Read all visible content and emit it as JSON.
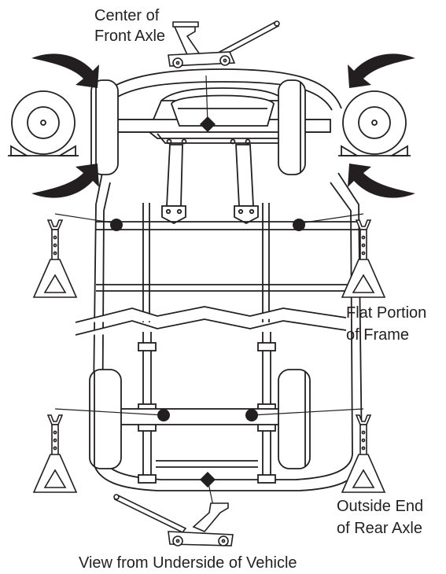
{
  "labels": {
    "front_axle_line1": "Center of",
    "front_axle_line2": "Front Axle",
    "frame_line1": "Flat Portion",
    "frame_line2": "of Frame",
    "rear_axle_line1": "Outside End",
    "rear_axle_line2": "of Rear Axle"
  },
  "caption": "View from Underside of Vehicle",
  "colors": {
    "ink": "#231f20",
    "paper": "#ffffff"
  },
  "icons": [
    "lift-arrow-icon",
    "jack-stand-icon",
    "floor-jack-icon",
    "wheel-chock-icon",
    "lift-point-marker-icon"
  ]
}
